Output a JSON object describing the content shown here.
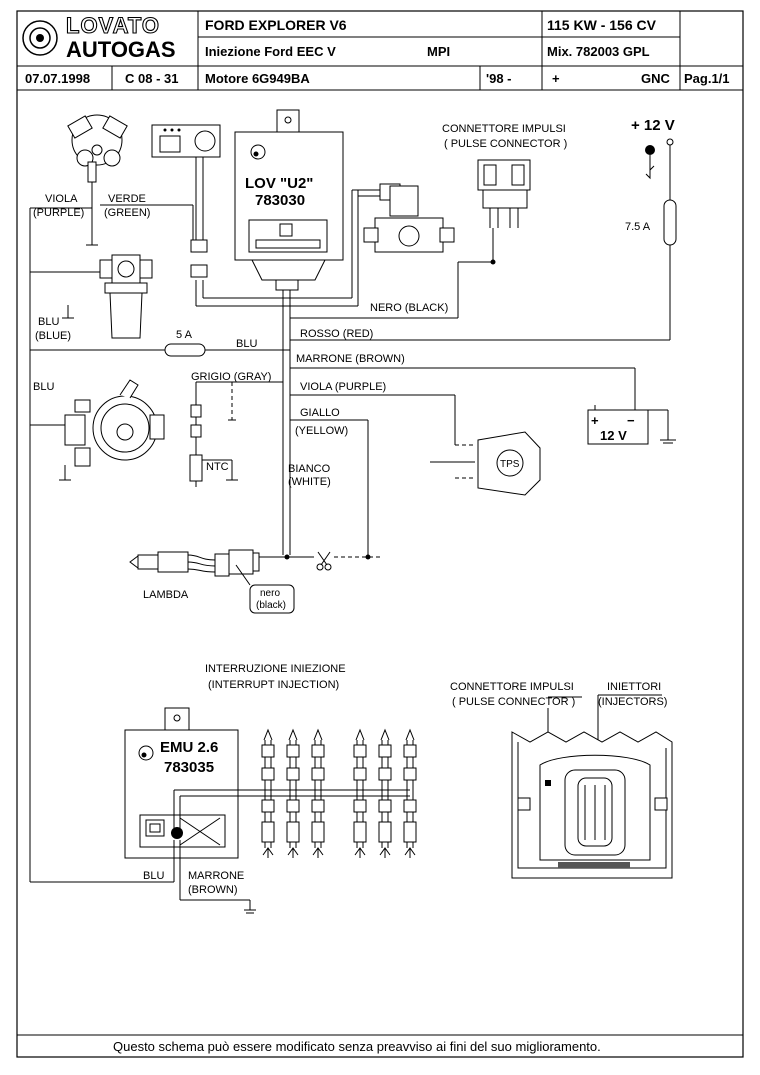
{
  "header": {
    "logo_top": "LOVATO",
    "logo_bottom": "AUTOGAS",
    "model": "FORD  EXPLORER  V6",
    "power": "115 KW - 156 CV",
    "injection": "Iniezione  Ford  EEC  V",
    "injection_type": "MPI",
    "mix": "Mix. 782003  GPL",
    "date": "07.07.1998",
    "code": "C 08 - 31",
    "engine": "Motore  6G949BA",
    "year": "'98 -",
    "plus": "+",
    "fuel": "GNC",
    "page": "Pag.1/1"
  },
  "ecu": {
    "name": "LOV \"U2\"",
    "code": "783030"
  },
  "emu": {
    "name": "EMU 2.6",
    "code": "783035"
  },
  "labels": {
    "pulse_connector_it": "CONNETTORE IMPULSI",
    "pulse_connector_en": "( PULSE CONNECTOR )",
    "plus12v": "+ 12 V",
    "fuse75": "7.5 A",
    "fuse5": "5 A",
    "viola": "VIOLA",
    "purple": "(PURPLE)",
    "verde": "VERDE",
    "green": "(GREEN)",
    "blu_it": "BLU",
    "blue_en": "(BLUE)",
    "blu_left": "BLU",
    "blu_wire": "BLU",
    "nero_black": "NERO (BLACK)",
    "rosso_red": "ROSSO (RED)",
    "marrone_brown": "MARRONE (BROWN)",
    "grigio_gray": "GRIGIO (GRAY)",
    "viola_purple": "VIOLA (PURPLE)",
    "giallo": "GIALLO",
    "yellow": "(YELLOW)",
    "bianco": "BIANCO",
    "white": "(WHITE)",
    "ntc": "NTC",
    "tps": "TPS",
    "battery": "12 V",
    "battery_plus": "+",
    "battery_minus": "−",
    "lambda": "LAMBDA",
    "nero": "nero",
    "black": "(black)",
    "interrupt_it": "INTERRUZIONE INIEZIONE",
    "interrupt_en": "(INTERRUPT INJECTION)",
    "pulse2_it": "CONNETTORE IMPULSI",
    "pulse2_en": "( PULSE CONNECTOR )",
    "injectors_it": "INIETTORI",
    "injectors_en": "(INJECTORS)",
    "blu_bottom": "BLU",
    "marrone_bottom": "MARRONE",
    "brown_bottom": "(BROWN)"
  },
  "footer": "Questo schema può essere modificato senza preavviso ai fini del suo miglioramento."
}
